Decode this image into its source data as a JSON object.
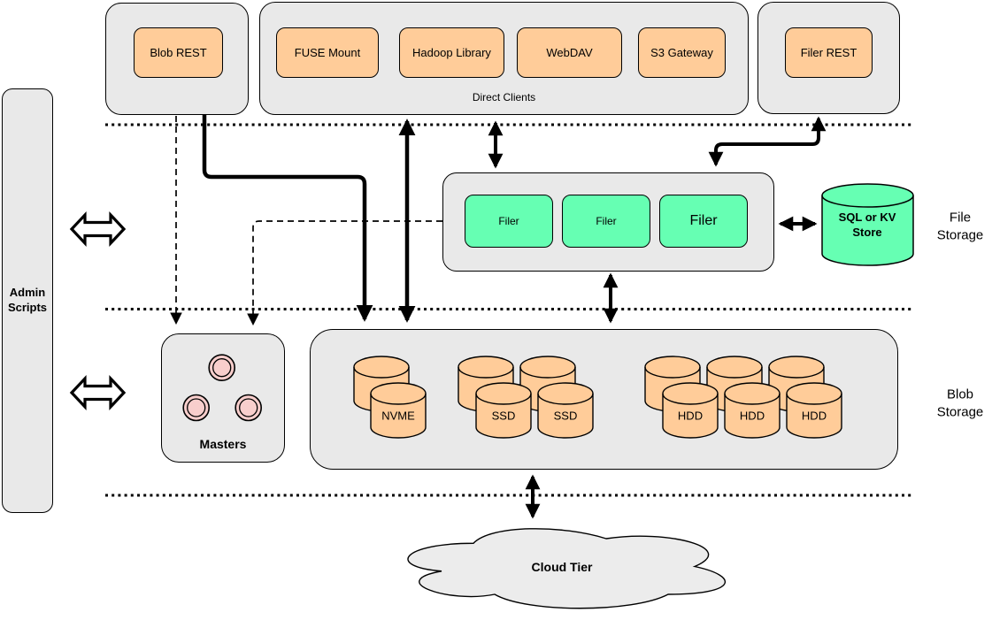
{
  "diagram": {
    "colors": {
      "panel_fill": "#e9e9e9",
      "accent_orange": "#ffcc99",
      "accent_green": "#66ffb3",
      "accent_pink": "#f8cecc",
      "cloud_fill": "#ececec",
      "stroke": "#000000"
    },
    "admin": {
      "label": "Admin Scripts"
    },
    "top": {
      "blob_rest": "Blob REST",
      "direct_clients_label": "Direct Clients",
      "clients": [
        "FUSE Mount",
        "Hadoop Library",
        "WebDAV",
        "S3 Gateway"
      ],
      "filer_rest": "Filer REST"
    },
    "file_tier": {
      "filers": [
        "Filer",
        "Filer",
        "Filer"
      ],
      "store": "SQL or KV Store",
      "label": "File Storage"
    },
    "blob_tier": {
      "masters": "Masters",
      "volumes": [
        "NVME",
        "SSD",
        "SSD",
        "HDD",
        "HDD",
        "HDD"
      ],
      "label": "Blob Storage"
    },
    "cloud": {
      "label": "Cloud Tier"
    }
  }
}
